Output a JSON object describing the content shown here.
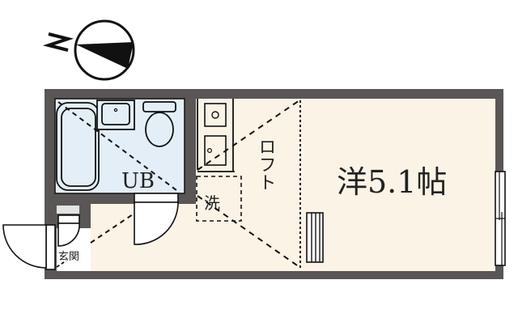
{
  "compass": {
    "label": "N",
    "icon": "north-arrow-icon"
  },
  "colors": {
    "wall": "#5a5655",
    "room_floor": "#fbf3e6",
    "wet_area": "#e3eef6",
    "line": "#111111",
    "background": "#ffffff"
  },
  "rooms": {
    "main": {
      "label": "洋5.1帖",
      "type": "western-room",
      "size_jo": "5.1"
    },
    "bath": {
      "label": "UB"
    },
    "loft": {
      "label": "ロフト"
    },
    "laundry": {
      "label": "洗"
    },
    "entrance": {
      "label": "玄関"
    }
  }
}
